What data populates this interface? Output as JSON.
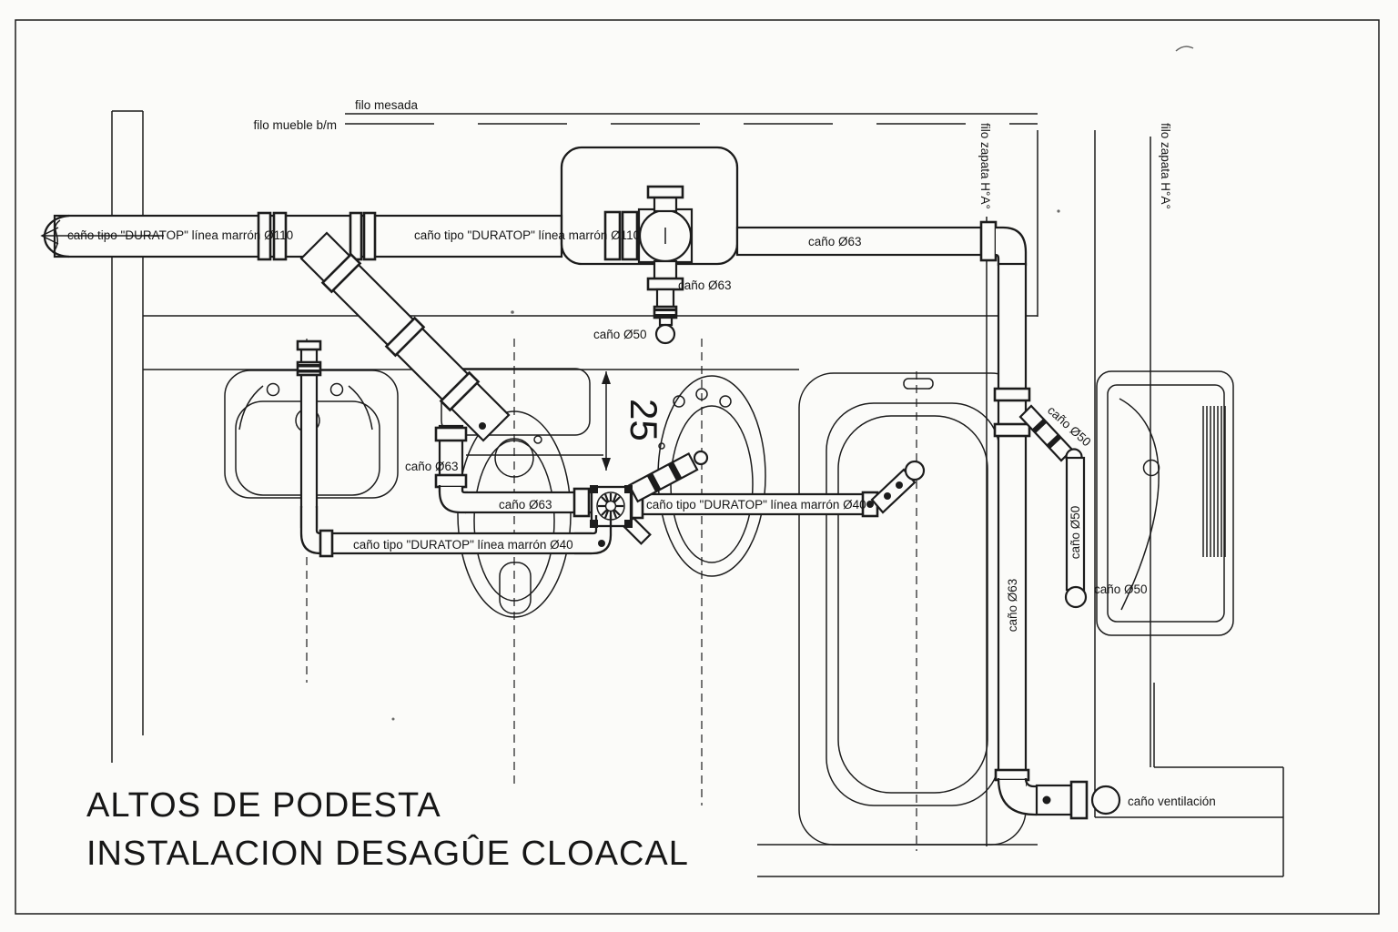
{
  "drawing": {
    "title": {
      "line1": "ALTOS DE PODESTA",
      "line2": "INSTALACION DESAGÛE CLOACAL"
    },
    "labels": {
      "filo_mesada": "filo mesada",
      "filo_mueble": "filo mueble b/m",
      "filo_zapata_1": "filo zapata H°A°",
      "filo_zapata_2": "filo zapata H°A°",
      "duratop110_left": "caño tipo \"DURATOP\" línea marrón Ø110",
      "duratop110_center": "caño tipo \"DURATOP\" línea marrón Ø110",
      "duratop40_left": "caño tipo \"DURATOP\" línea marrón Ø40",
      "duratop40_right": "caño tipo \"DURATOP\" línea marrón Ø40",
      "cano63_top": "caño Ø63",
      "cano63_drop": "caño Ø63",
      "cano63_wc": "caño Ø63",
      "cano63_pipe": "caño Ø63",
      "cano63_vertical": "caño Ø63",
      "cano50_drop": "caño Ø50",
      "cano50_diagonal": "caño Ø50",
      "cano50_vertical": "caño Ø50",
      "cano50_end": "caño Ø50",
      "cano_ventilacion": "caño ventilación",
      "dim_25": "25"
    },
    "colors": {
      "ink": "#1c1c1c",
      "paper": "#fbfbf9"
    }
  }
}
